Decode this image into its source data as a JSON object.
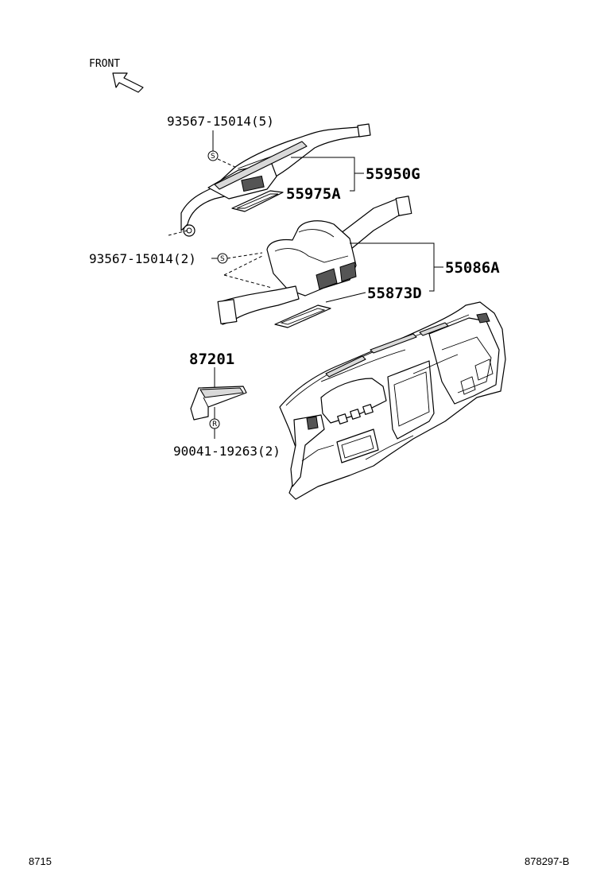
{
  "front_label": "FRONT",
  "callouts": {
    "screw_upper": "93567-15014(5)",
    "duct_upper_assy": "55950G",
    "filter_upper": "55975A",
    "screw_lower": "93567-15014(2)",
    "duct_lower_assy": "55086A",
    "filter_lower": "55873D",
    "sensor": "87201",
    "rivet": "90041-19263(2)"
  },
  "symbols": {
    "screw_symbol": "S",
    "rivet_symbol": "R"
  },
  "footer": {
    "left_code": "8715",
    "right_code": "878297-B"
  }
}
